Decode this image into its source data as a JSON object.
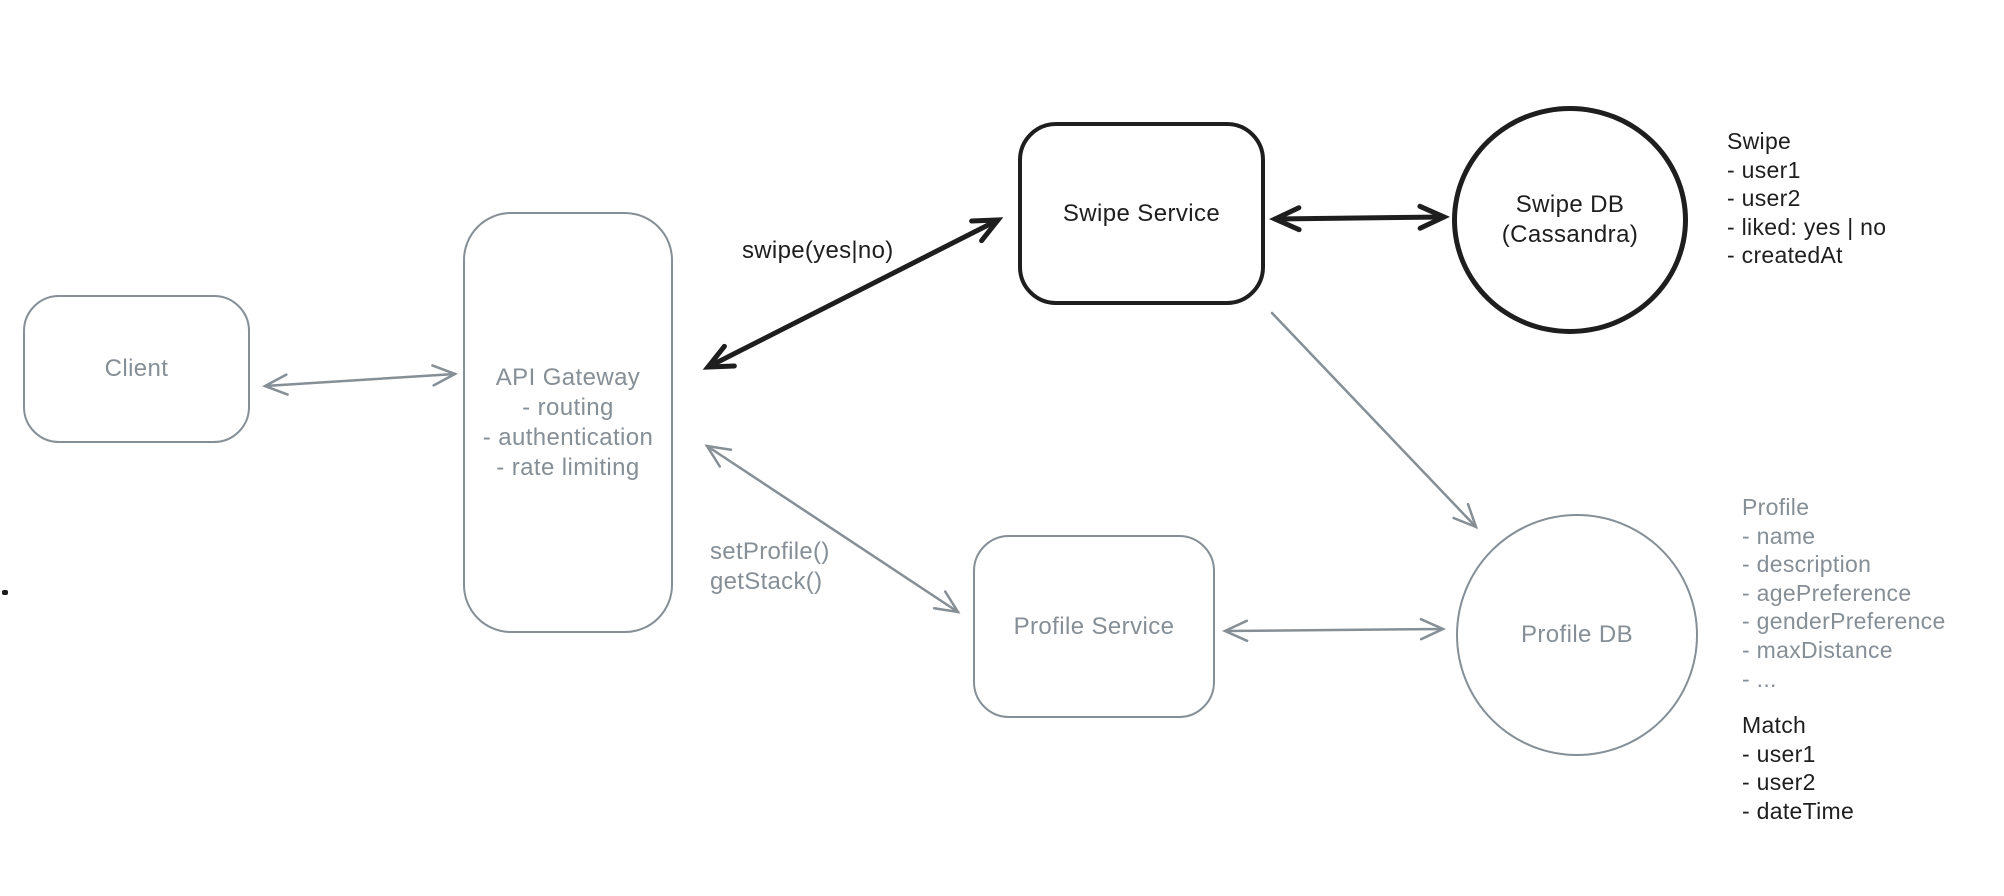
{
  "canvas": {
    "background": "#ffffff"
  },
  "colors": {
    "ink_black": "#1e1e1e",
    "ink_gray": "#868e96"
  },
  "nodes": {
    "client": {
      "label": "Client"
    },
    "api_gateway": {
      "title": "API Gateway",
      "items": [
        "- routing",
        "- authentication",
        "- rate limiting"
      ]
    },
    "swipe_service": {
      "label": "Swipe Service"
    },
    "swipe_db": {
      "line1": "Swipe DB",
      "line2": "(Cassandra)"
    },
    "profile_service": {
      "label": "Profile Service"
    },
    "profile_db": {
      "label": "Profile DB"
    }
  },
  "edge_labels": {
    "swipe_call": "swipe(yes|no)",
    "set_profile": "setProfile()",
    "get_stack": "getStack()"
  },
  "schemas": {
    "swipe": {
      "title": "Swipe",
      "items": [
        "- user1",
        "- user2",
        "- liked: yes | no",
        "- createdAt"
      ]
    },
    "profile": {
      "title": "Profile",
      "items": [
        "- name",
        "- description",
        "- agePreference",
        "- genderPreference",
        "- maxDistance",
        "- ..."
      ]
    },
    "match": {
      "title": "Match",
      "items": [
        "- user1",
        "- user2",
        "- dateTime"
      ]
    }
  }
}
